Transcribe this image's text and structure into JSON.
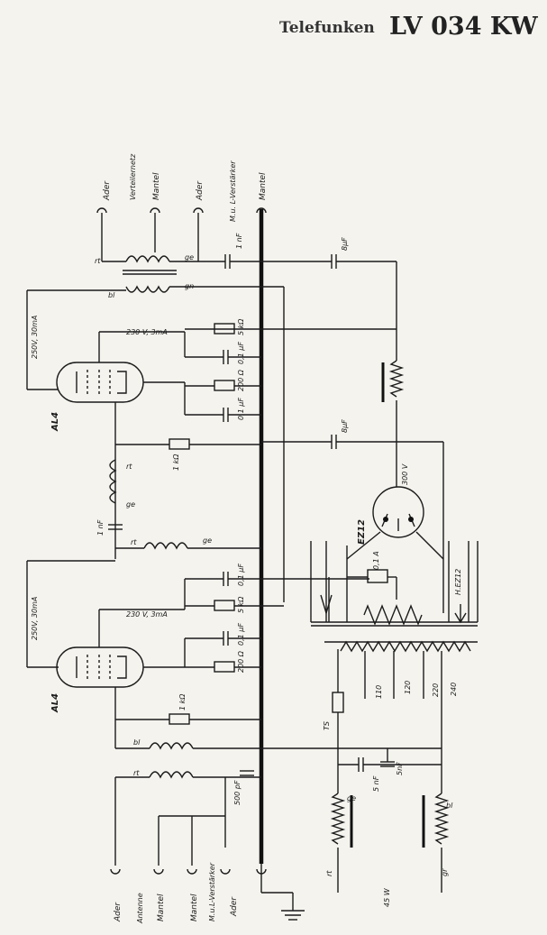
{
  "header": {
    "brand": "Telefunken",
    "model": "LV 034 KW"
  },
  "top_terminals": [
    "Ader",
    "Verteilernetz",
    "Mantel",
    "Ader",
    "M.u. L-Verstärker",
    "Mantel"
  ],
  "bottom_terminals": [
    "Ader",
    "Antenne",
    "Mantel",
    "Mantel",
    "M.u.L-Verstärker",
    "Ader"
  ],
  "tubes": {
    "upper": "AL4",
    "lower": "AL4",
    "rectifier": "EZ12"
  },
  "supply_labels": {
    "upper": "250V, 30mA",
    "lower": "250V, 30mA",
    "upper_heater": "230 V, 3mA",
    "lower_heater": "230 V, 3mA",
    "rect": "300 V"
  },
  "components": {
    "c_1nF_top": "1 nF",
    "c_8uF_a": "8µF",
    "c_8uF_b": "8µF",
    "r_5k_a": "5 kΩ",
    "c_01_a": "0,1 µF",
    "r_200_a": "200 Ω",
    "c_01_b": "0,1 µF",
    "r_1k_a": "1 kΩ",
    "c_1nF_mid": "1 nF",
    "c_01_c": "0,1 µF",
    "r_5k_b": "5 kΩ",
    "c_01_d": "0,1 µF",
    "r_200_b": "200 Ω",
    "r_1k_b": "1 kΩ",
    "c_500pF": "500 pF",
    "c_5nF_a": "5 nF",
    "c_5nF_b": "5nF",
    "fuse": "0,1 A",
    "ts": "TS",
    "watt": "45 W",
    "heater_ez12": "H.EZ12"
  },
  "wire_colors": [
    "rt",
    "ge",
    "bl",
    "gn",
    "rt",
    "ge",
    "rt",
    "ge",
    "bl",
    "rt",
    "ge",
    "rt",
    "bl",
    "gr"
  ],
  "taps": [
    "110",
    "120",
    "220",
    "240"
  ]
}
